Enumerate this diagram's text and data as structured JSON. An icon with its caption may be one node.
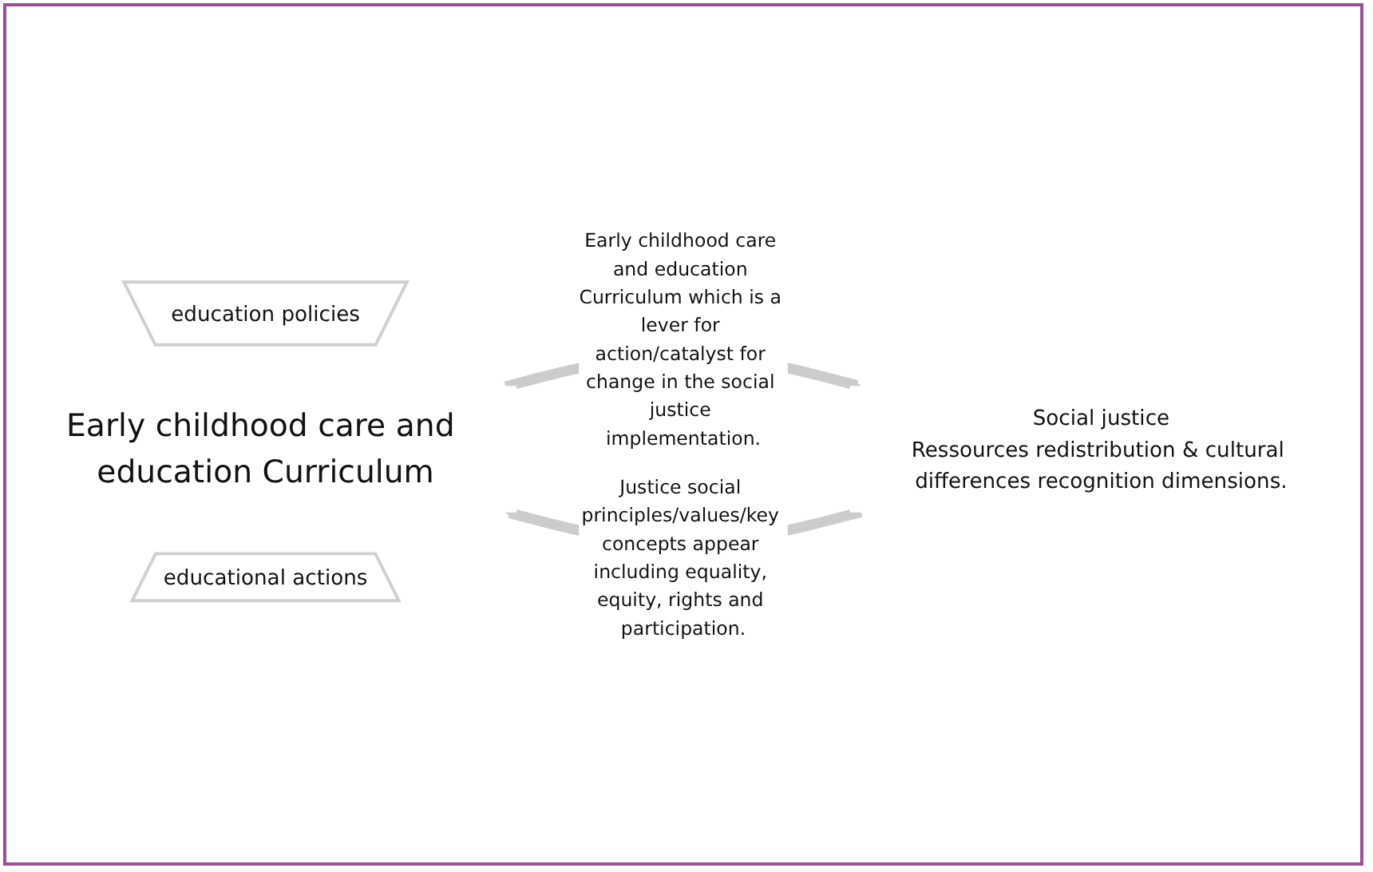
{
  "diagram": {
    "nodes": [
      {
        "text": [
          "education policies"
        ]
      },
      {
        "text": [
          "Early childhood care and education Curriculum"
        ]
      },
      {
        "text": [
          "educational actions"
        ]
      },
      {
        "text": [
          "Social justice",
          "Ressources redistribution & cultural differences recognition dimensions."
        ]
      }
    ],
    "edges": [
      {
        "from": 3,
        "to": 1,
        "arrow": "to",
        "label": "Justice social principles/values/key concepts appear including equality, equity, rights and participation."
      },
      {
        "from": 1,
        "to": 3,
        "arrow": "to",
        "label": "Early childhood care and education Curriculum which is a lever for action/catalyst for change in the social justice implementation."
      }
    ]
  }
}
